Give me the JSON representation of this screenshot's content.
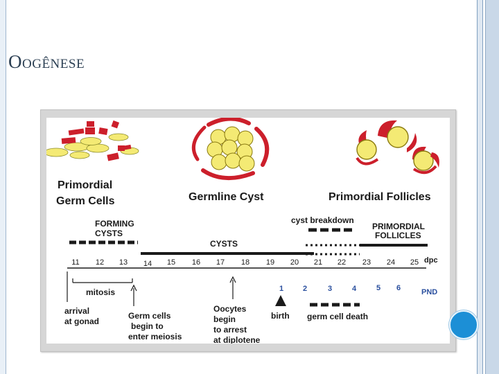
{
  "slide": {
    "title": "Oogênese"
  },
  "diagram": {
    "stages": [
      "Primordial",
      "Germ Cells",
      "Germline Cyst",
      "Primordial Follicles"
    ],
    "phase_labels": {
      "forming_cysts_1": "FORMING",
      "forming_cysts_2": "CYSTS",
      "cysts": "CYSTS",
      "cyst_breakdown": "cyst breakdown",
      "primordial_follicles_1": "PRIMORDIAL",
      "primordial_follicles_2": "FOLLICLES"
    },
    "dpc_ticks": [
      "11",
      "12",
      "13",
      "14",
      "15",
      "16",
      "17",
      "18",
      "19",
      "20",
      "21",
      "22",
      "23",
      "24",
      "25"
    ],
    "dpc_label": "dpc",
    "pnd_ticks": [
      "1",
      "2",
      "3",
      "4",
      "5",
      "6"
    ],
    "pnd_label": "PND",
    "events": {
      "mitosis": "mitosis",
      "arrival_1": "arrival",
      "arrival_2": "at gonad",
      "germ_1": "Germ cells",
      "germ_2": "begin to",
      "germ_3": "enter meiosis",
      "oocytes_1": "Oocytes",
      "oocytes_2": "begin",
      "oocytes_3": "to arrest",
      "oocytes_4": "at diplotene",
      "birth": "birth",
      "germ_cell_death": "germ cell death"
    },
    "colors": {
      "cell_red": "#cc1f2b",
      "cell_yellow": "#f4ea74",
      "pnd_blue": "#2a4f9e",
      "accent_blue": "#1c8fd6"
    }
  }
}
